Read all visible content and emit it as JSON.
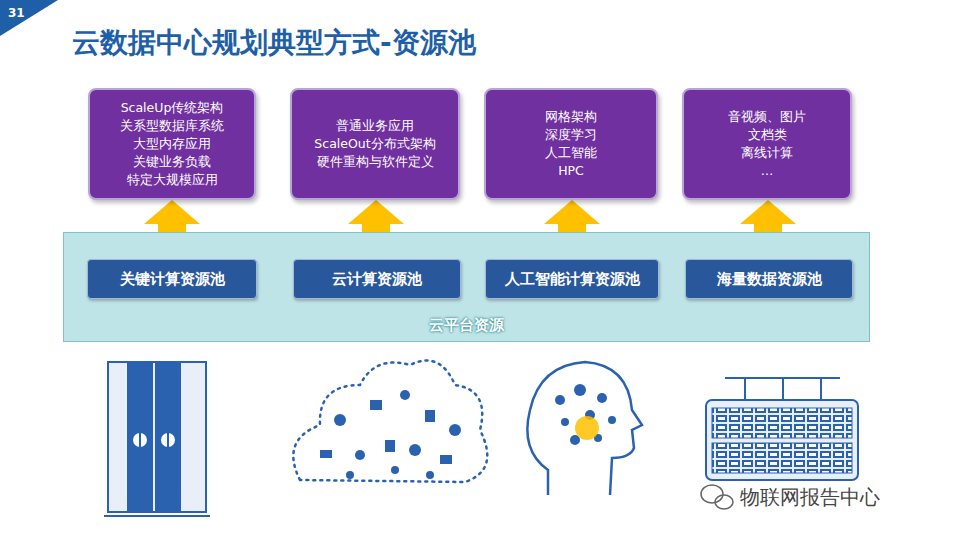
{
  "diagram": {
    "title": "云数据中心规划典型方式-资源池",
    "nodes": [
      {
        "text": [
          "ScaleUp传统架构",
          "关系型数据库系统",
          "大型内存应用",
          "关键业务负载",
          "特定大规模应用"
        ]
      },
      {
        "text": [
          "普通业务应用",
          "ScaleOut分布式架构",
          "硬件重构与软件定义"
        ]
      },
      {
        "text": [
          "网格架构",
          "深度学习",
          "人工智能",
          "HPC"
        ]
      },
      {
        "text": [
          "音视频、图片",
          "文档类",
          "离线计算",
          "…"
        ]
      },
      {
        "text": [
          "云平台资源"
        ]
      },
      {
        "text": [
          "关键计算资源池"
        ],
        "in": 4
      },
      {
        "text": [
          "云计算资源池"
        ],
        "in": 4
      },
      {
        "text": [
          "人工智能计算资源池"
        ],
        "in": 4
      },
      {
        "text": [
          "海量数据资源池"
        ],
        "in": 4
      }
    ],
    "edges": [
      {
        "from": 5,
        "to": 0,
        "arrow": "to"
      },
      {
        "from": 6,
        "to": 1,
        "arrow": "to"
      },
      {
        "from": 7,
        "to": 2,
        "arrow": "to"
      },
      {
        "from": 8,
        "to": 3,
        "arrow": "to"
      }
    ],
    "labels": [
      "31",
      "物联网报告中心"
    ]
  }
}
